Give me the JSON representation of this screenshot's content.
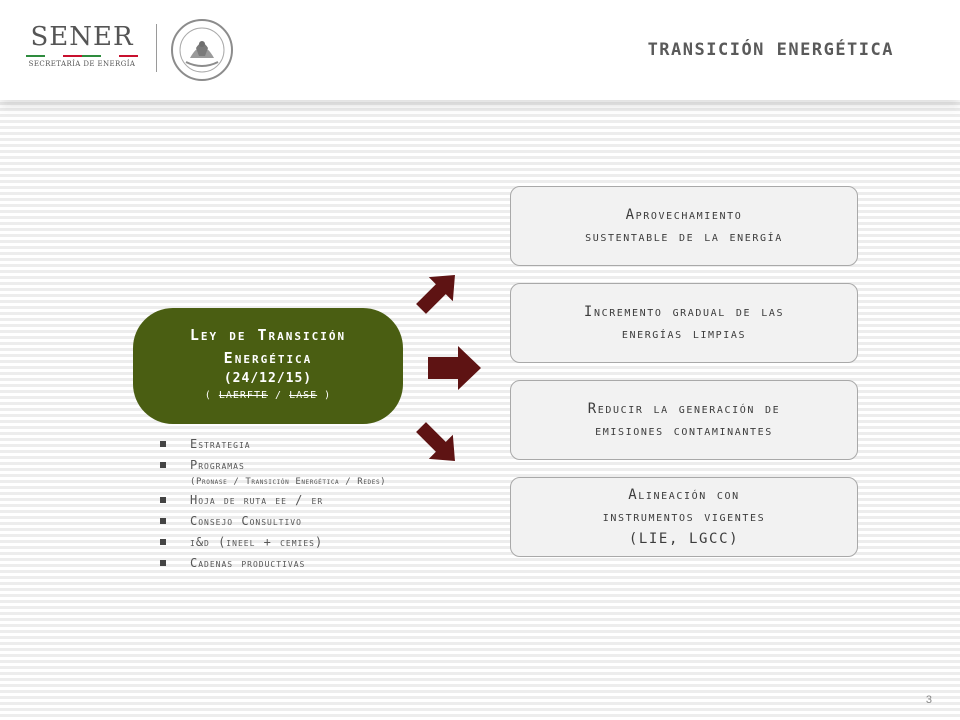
{
  "header": {
    "logo_word": "SENER",
    "logo_sub": "SECRETARÍA DE ENERGÍA",
    "seal_icon": "mexico-coat-of-arms-seal",
    "title": "TRANSICIÓN ENERGÉTICA"
  },
  "colors": {
    "law_box": "#4a5e12",
    "arrows": "#5e1313",
    "flag_green": "#2e8b3e",
    "flag_red": "#c8102e"
  },
  "law": {
    "title_line1": "Ley de Transición",
    "title_line2": "Energética",
    "date": "(24/12/15)",
    "open_paren": "( ",
    "law1": "LAERFTE",
    "slash": " / ",
    "law2": "LASE",
    "close_paren": " )"
  },
  "bullets": [
    {
      "text": "Estrategia"
    },
    {
      "text": "Programas",
      "sub": "(Pronase / Transición Energética / Redes)"
    },
    {
      "text": "Hoja de ruta ee / er"
    },
    {
      "text": "Consejo Consultivo"
    },
    {
      "text": "i&d (ineel + cemies)"
    },
    {
      "text": "Cadenas productivas"
    }
  ],
  "arrows": {
    "up": "arrow-up-right-icon",
    "right": "arrow-right-icon",
    "down": "arrow-down-right-icon"
  },
  "boxes": [
    {
      "line1": "Aprovechamiento",
      "line2": "sustentable de la energía"
    },
    {
      "line1": "Incremento gradual de las",
      "line2": "energías limpias"
    },
    {
      "line1": "Reducir la generación de",
      "line2": "emisiones contaminantes"
    },
    {
      "line1": "Alineación con",
      "line2": "instrumentos vigentes",
      "line3": "(LIE, LGCC)"
    }
  ],
  "page_number": "3"
}
